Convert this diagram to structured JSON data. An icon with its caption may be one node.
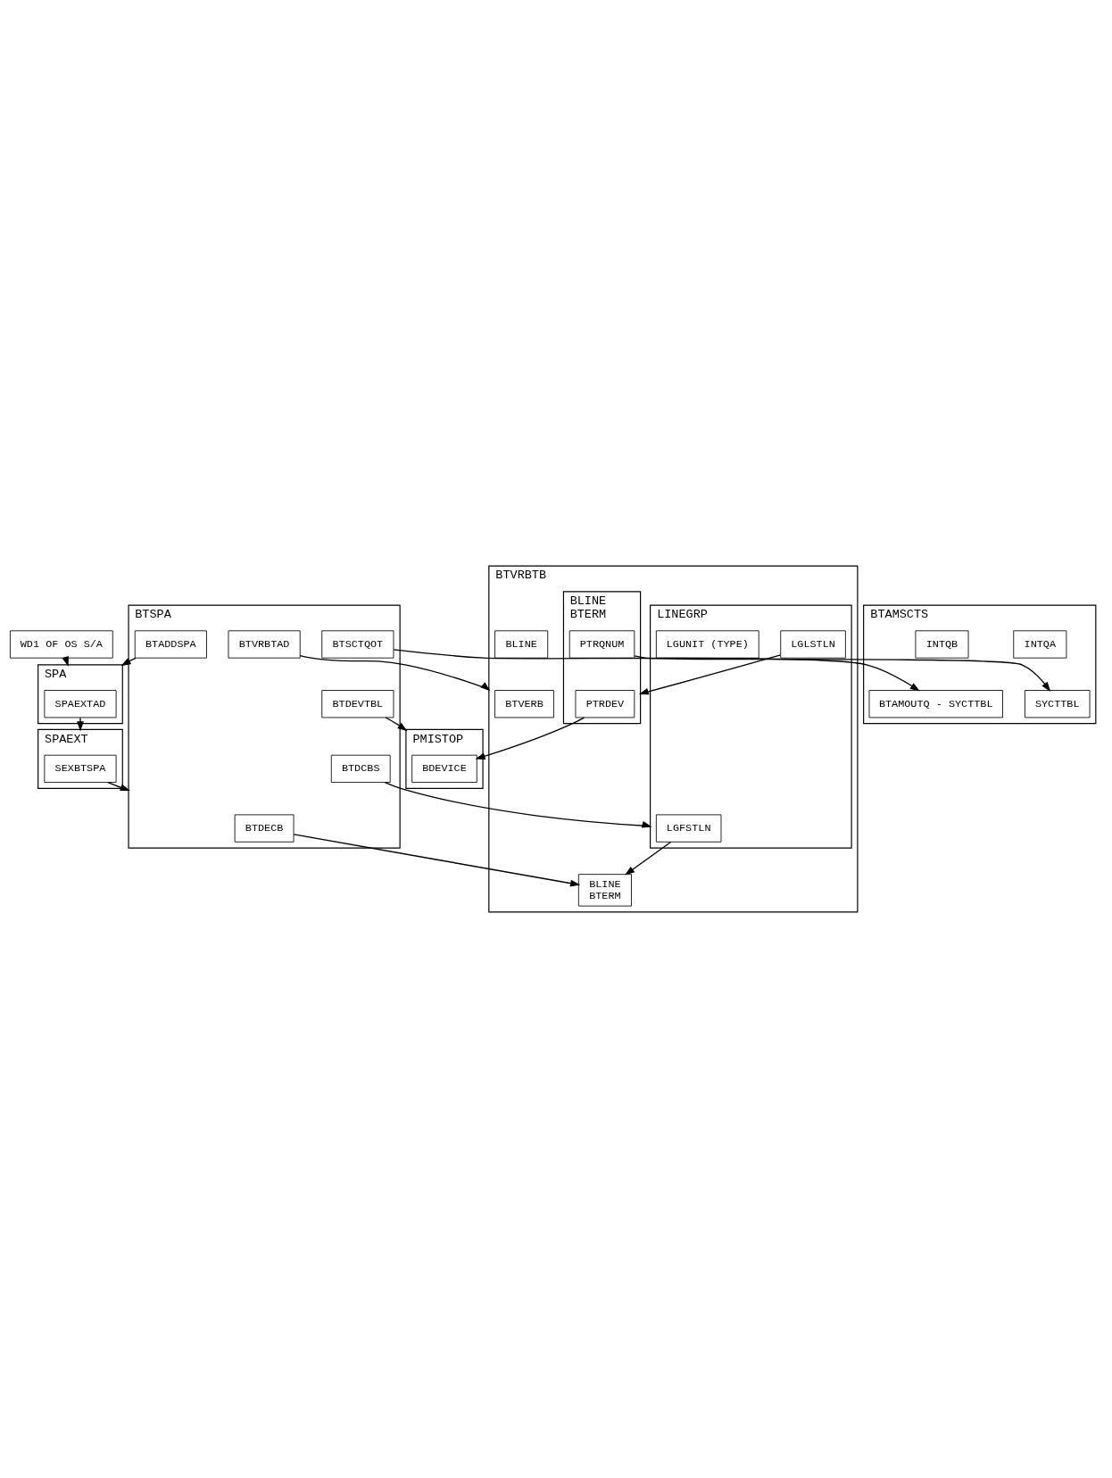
{
  "diagram": {
    "nodes": [
      {
        "text": [
          "WD1 OF OS S/A"
        ]
      },
      {
        "text": [
          "SPA"
        ]
      },
      {
        "text": [
          "SPAEXTAD"
        ],
        "in": 1
      },
      {
        "text": [
          "SPAEXT"
        ]
      },
      {
        "text": [
          "SEXBTSPA"
        ],
        "in": 3
      },
      {
        "text": [
          "BTSPA"
        ]
      },
      {
        "text": [
          "BTDECB"
        ],
        "in": 5
      },
      {
        "text": [
          "BTDCBS"
        ],
        "in": 5
      },
      {
        "text": [
          "BTVRBTAD"
        ],
        "in": 5
      },
      {
        "text": [
          "BTDEVTBL"
        ],
        "in": 5
      },
      {
        "text": [
          "BTSCTQOT"
        ],
        "in": 5
      },
      {
        "text": [
          "BTADDSPA"
        ],
        "in": 5
      },
      {
        "text": [
          "BTVRBTB"
        ]
      },
      {
        "text": [
          "BTVERB"
        ],
        "in": 12
      },
      {
        "text": [
          "LINEGRP"
        ],
        "in": 12
      },
      {
        "text": [
          "LGFSTLN"
        ],
        "in": 14
      },
      {
        "text": [
          "LGLSTLN"
        ],
        "in": 14
      },
      {
        "text": [
          "LGUNIT (TYPE)"
        ],
        "in": 14
      },
      {
        "text": [
          "BLINE",
          "BTERM"
        ],
        "in": 12
      },
      {
        "text": [
          "BLINE",
          "BTERM"
        ],
        "in": 12
      },
      {
        "text": [
          "PTRDEV"
        ],
        "in": 19
      },
      {
        "text": [
          "PTRQNUM"
        ],
        "in": 19
      },
      {
        "text": [
          "BLINE"
        ],
        "in": 12
      },
      {
        "text": [
          "PMISTOP"
        ]
      },
      {
        "text": [
          "BDEVICE"
        ],
        "in": 23
      },
      {
        "text": [
          "BTAMSCTS"
        ]
      },
      {
        "text": [
          "INTQA"
        ],
        "in": 25
      },
      {
        "text": [
          "INTQB"
        ],
        "in": 25
      },
      {
        "text": [
          "BTAMOUTQ - SYCTTBL"
        ],
        "in": 25
      },
      {
        "text": [
          "SYCTTBL"
        ],
        "in": 25
      }
    ],
    "edges": [
      {
        "from": 0,
        "to": 1,
        "arrow": "to"
      },
      {
        "from": 11,
        "to": 1,
        "arrow": "to"
      },
      {
        "from": 2,
        "to": 3,
        "arrow": "to"
      },
      {
        "from": 4,
        "to": 5,
        "arrow": "to"
      },
      {
        "from": 6,
        "to": 18,
        "arrow": "to"
      },
      {
        "from": 7,
        "to": 14,
        "arrow": "to"
      },
      {
        "from": 8,
        "to": 12,
        "arrow": "to"
      },
      {
        "from": 9,
        "to": 23,
        "arrow": "to"
      },
      {
        "from": 10,
        "to": 28,
        "arrow": "to"
      },
      {
        "from": 15,
        "to": 18,
        "arrow": "to"
      },
      {
        "from": 16,
        "to": 19,
        "arrow": "to"
      },
      {
        "from": 20,
        "to": 24,
        "arrow": "to"
      },
      {
        "from": 21,
        "to": 29,
        "arrow": "to"
      }
    ]
  }
}
